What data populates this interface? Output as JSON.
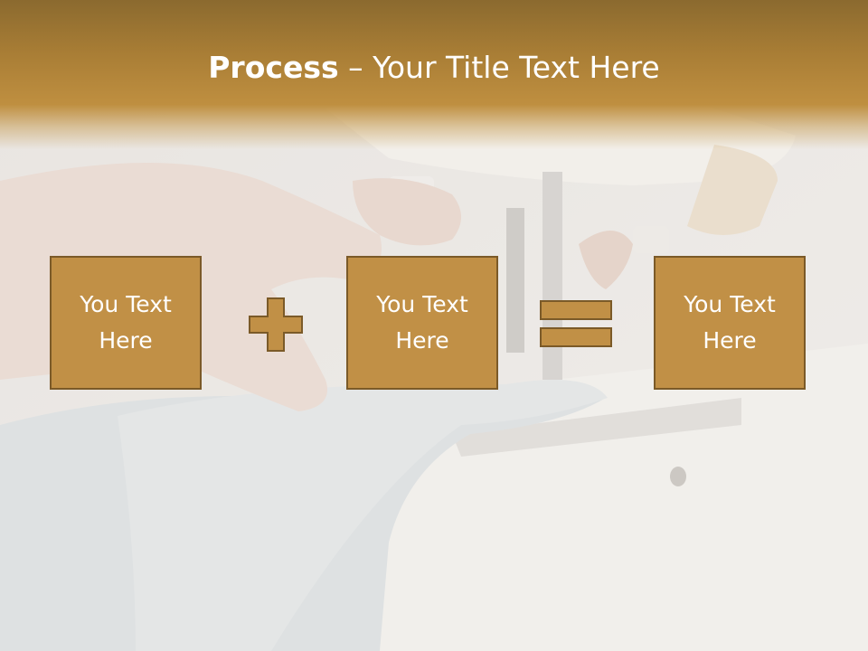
{
  "slide": {
    "title_bold": "Process",
    "title_dash": " – ",
    "title_rest": "Your Title Text Here",
    "boxes": [
      {
        "text": "You Text Here"
      },
      {
        "text": "You Text Here"
      },
      {
        "text": "You Text Here"
      }
    ],
    "operators": [
      "plus-icon",
      "equals-icon"
    ]
  },
  "colors": {
    "header": "#a87d35",
    "box_fill": "#c19046",
    "box_border": "#7b5a28",
    "text": "#ffffff"
  }
}
